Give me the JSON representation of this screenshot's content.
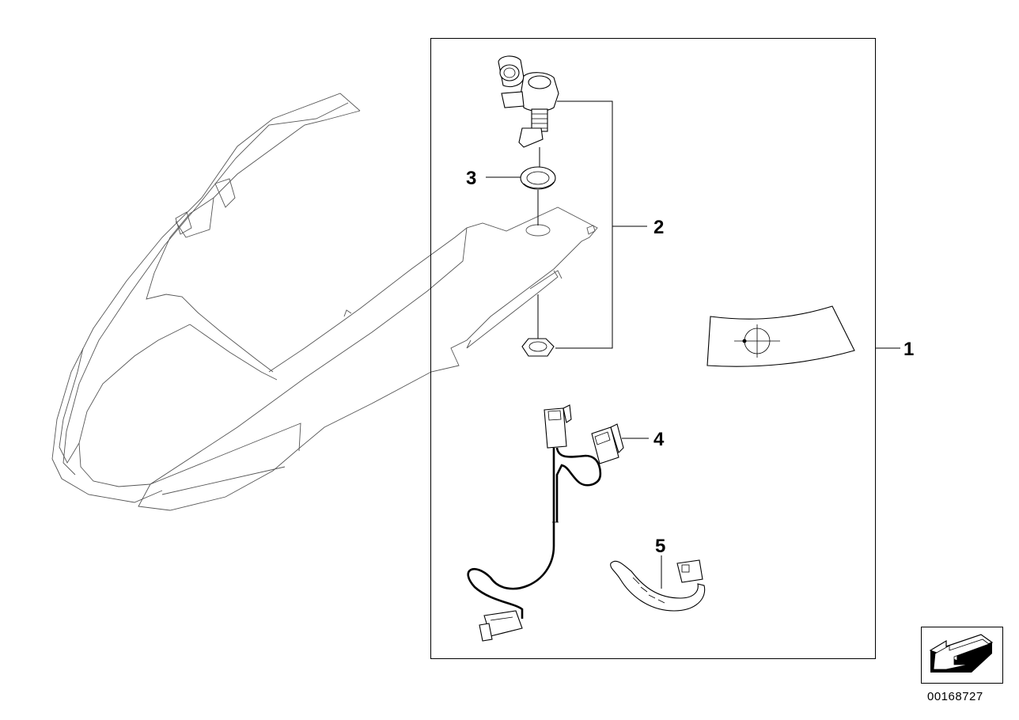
{
  "callouts": {
    "c1": "1",
    "c2": "2",
    "c3": "3",
    "c4": "4",
    "c5": "5"
  },
  "document_number": "00168727",
  "icons": {
    "direction": "arrow-direction-icon"
  }
}
